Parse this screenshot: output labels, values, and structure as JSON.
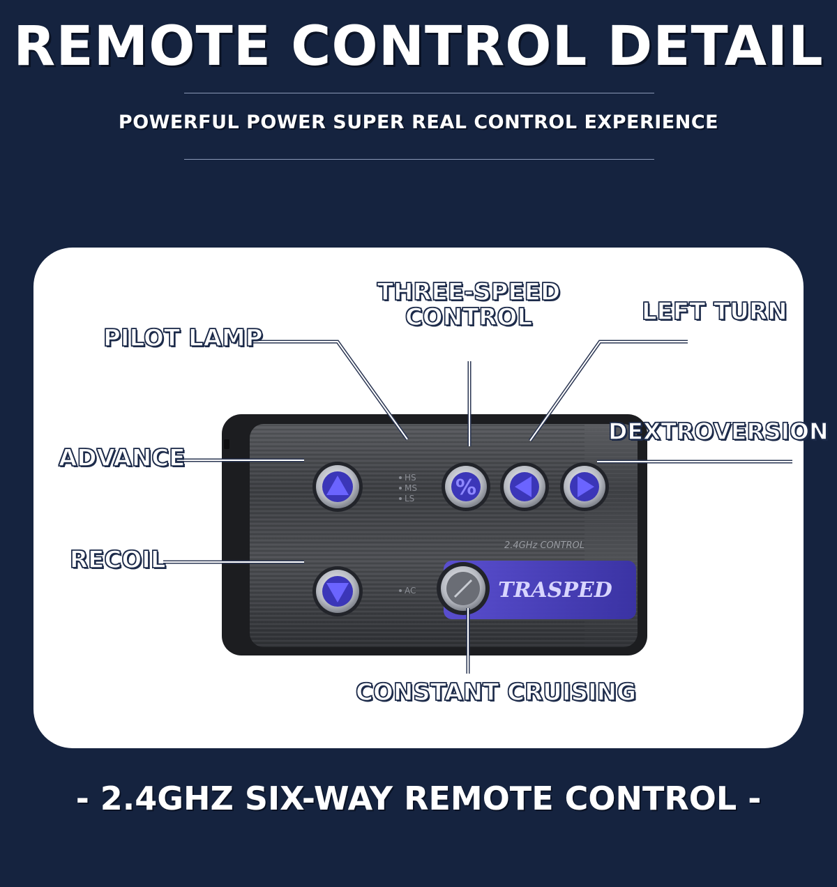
{
  "header": {
    "title": "REMOTE CONTROL DETAIL",
    "subtitle": "POWERFUL POWER SUPER REAL CONTROL EXPERIENCE"
  },
  "labels": {
    "pilot_lamp": "PILOT LAMP",
    "three_speed_line1": "THREE-SPEED",
    "three_speed_line2": "CONTROL",
    "left_turn": "LEFT TURN",
    "dextroversion": "DEXTROVERSION",
    "advance": "ADVANCE",
    "recoil": "RECOIL",
    "constant_cruising": "CONSTANT CRUISING"
  },
  "remote": {
    "indicator_hs": "HS",
    "indicator_ms": "MS",
    "indicator_ls": "LS",
    "indicator_ac": "AC",
    "band_text": "2.4GHz CONTROL",
    "brand": "TRASPED",
    "speed_button_symbol": "%"
  },
  "footer": {
    "text": "- 2.4GHZ SIX-WAY REMOTE CONTROL -"
  },
  "colors": {
    "background": "#15233f",
    "panel": "#ffffff",
    "accent_purple": "#4a3fc0",
    "remote_body": "#2a2c30"
  }
}
